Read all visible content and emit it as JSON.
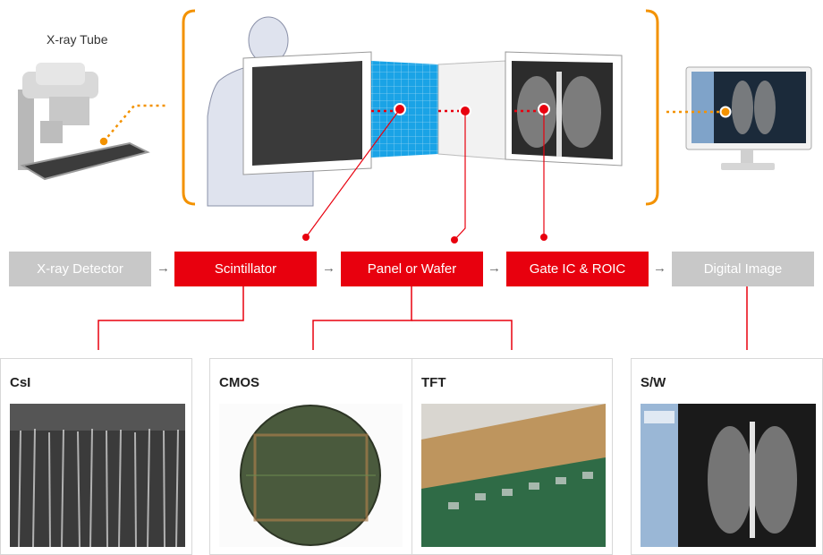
{
  "top": {
    "xray_tube_label": "X-ray Tube"
  },
  "flow": {
    "steps": [
      {
        "label": "X-ray Detector",
        "style": "gray"
      },
      {
        "label": "Scintillator",
        "style": "red"
      },
      {
        "label": "Panel or Wafer",
        "style": "red"
      },
      {
        "label": "Gate IC & ROIC",
        "style": "red"
      },
      {
        "label": "Digital Image",
        "style": "gray"
      }
    ],
    "arrow_glyph": "→"
  },
  "cards": {
    "csi": {
      "title": "CsI"
    },
    "cmos": {
      "title": "CMOS"
    },
    "tft": {
      "title": "TFT"
    },
    "sw": {
      "title": "S/W"
    }
  },
  "colors": {
    "accent_red": "#e8000e",
    "accent_orange": "#f39200",
    "step_gray": "#c8c8c8"
  }
}
